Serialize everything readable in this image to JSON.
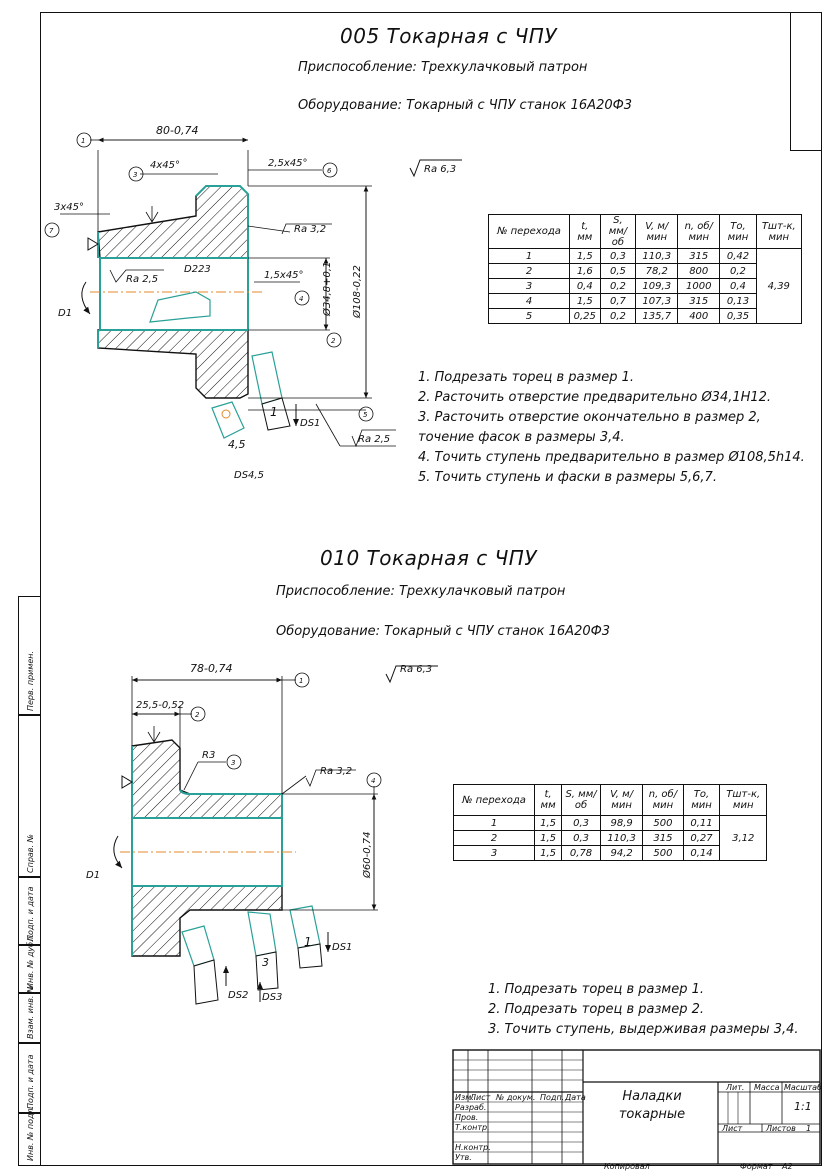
{
  "op1": {
    "title": "005 Токарная с ЧПУ",
    "fixture": "Приспособление: Трехкулачковый патрон",
    "equipment": "Оборудование: Токарный с ЧПУ станок 16А20Ф3",
    "roughness_main": "Ra 6,3",
    "dims": {
      "length": "80-0,74",
      "chamfer1": "4x45°",
      "chamfer2": "2,5x45°",
      "chamfer3": "3x45°",
      "chamfer4": "1,5x45°",
      "bore": "Ø34,8+0,1",
      "outer": "Ø108-0,22",
      "rough1": "Ra 3,2",
      "rough2": "Ra 2,5",
      "rough3": "Ra 2,5",
      "tool_d": "D223",
      "d1": "D1",
      "ds1": "DS1",
      "ds45": "DS4,5",
      "tool_45": "4,5",
      "tool_1": "1",
      "m1": "1",
      "m2": "2",
      "m3": "3",
      "m4": "4",
      "m5": "5",
      "m6": "6",
      "m7": "7"
    },
    "table": {
      "headers": [
        "№ перехода",
        "t, мм",
        "S, мм/об",
        "V, м/мин",
        "n, об/мин",
        "То, мин",
        "Тшт-к, мин"
      ],
      "rows": [
        [
          "1",
          "1,5",
          "0,3",
          "110,3",
          "315",
          "0,42"
        ],
        [
          "2",
          "1,6",
          "0,5",
          "78,2",
          "800",
          "0,2"
        ],
        [
          "3",
          "0,4",
          "0,2",
          "109,3",
          "1000",
          "0,4"
        ],
        [
          "4",
          "1,5",
          "0,7",
          "107,3",
          "315",
          "0,13"
        ],
        [
          "5",
          "0,25",
          "0,2",
          "135,7",
          "400",
          "0,35"
        ]
      ],
      "total": "4,39"
    },
    "steps": [
      "1. Подрезать торец в размер 1.",
      "2. Расточить отверстие предварительно Ø34,1Н12.",
      "3. Расточить отверстие окончательно в размер 2,",
      "точение фасок в размеры 3,4.",
      "4. Точить ступень предварительно в размер Ø108,5h14.",
      "5. Точить ступень и фаски в размеры 5,6,7."
    ]
  },
  "op2": {
    "title": "010 Токарная с ЧПУ",
    "fixture": "Приспособление: Трехкулачковый патрон",
    "equipment": "Оборудование: Токарный с ЧПУ станок 16А20Ф3",
    "roughness_main": "Ra 6,3",
    "dims": {
      "length": "78-0,74",
      "step": "25,5-0,52",
      "radius": "R3",
      "rough1": "Ra 3,2",
      "outer": "Ø60-0,74",
      "d1": "D1",
      "ds1": "DS1",
      "ds2": "DS2",
      "ds3": "DS3",
      "tool_1": "1",
      "tool_3": "3",
      "m1": "1",
      "m2": "2",
      "m3": "3",
      "m4": "4"
    },
    "table": {
      "headers": [
        "№ перехода",
        "t, мм",
        "S, мм/об",
        "V, м/мин",
        "n, об/мин",
        "То, мин",
        "Тшт-к, мин"
      ],
      "rows": [
        [
          "1",
          "1,5",
          "0,3",
          "98,9",
          "500",
          "0,11"
        ],
        [
          "2",
          "1,5",
          "0,3",
          "110,3",
          "315",
          "0,27"
        ],
        [
          "3",
          "1,5",
          "0,78",
          "94,2",
          "500",
          "0,14"
        ]
      ],
      "total": "3,12"
    },
    "steps": [
      "1. Подрезать торец в размер 1.",
      "2. Подрезать торец в размер 2.",
      "3. Точить ступень, выдерживая размеры 3,4."
    ]
  },
  "stamp": {
    "title_line1": "Наладки",
    "title_line2": "токарные",
    "lit": "Лит.",
    "mass": "Масса",
    "scale": "Масштаб",
    "scale_value": "1:1",
    "sheet": "Лист",
    "sheets": "Листов",
    "sheets_value": "1",
    "rows": [
      "Изм.",
      "Лист",
      "№ докум.",
      "Подп.",
      "Дата"
    ],
    "roles": [
      "Разраб.",
      "Пров.",
      "Т.контр.",
      "",
      "Н.контр.",
      "Утв."
    ],
    "copied": "Копировал",
    "format": "Формат",
    "format_value": "А2"
  },
  "side": {
    "labels": [
      "Перв. примен.",
      "Справ. №",
      "Подп. и дата",
      "Инв. № дубл.",
      "Взам. инв. №",
      "Подп. и дата",
      "Инв. № подл."
    ]
  },
  "colors": {
    "line": "#111111",
    "contour": "#2aa198",
    "axis": "#e08a2a",
    "hatch": "#111111"
  }
}
